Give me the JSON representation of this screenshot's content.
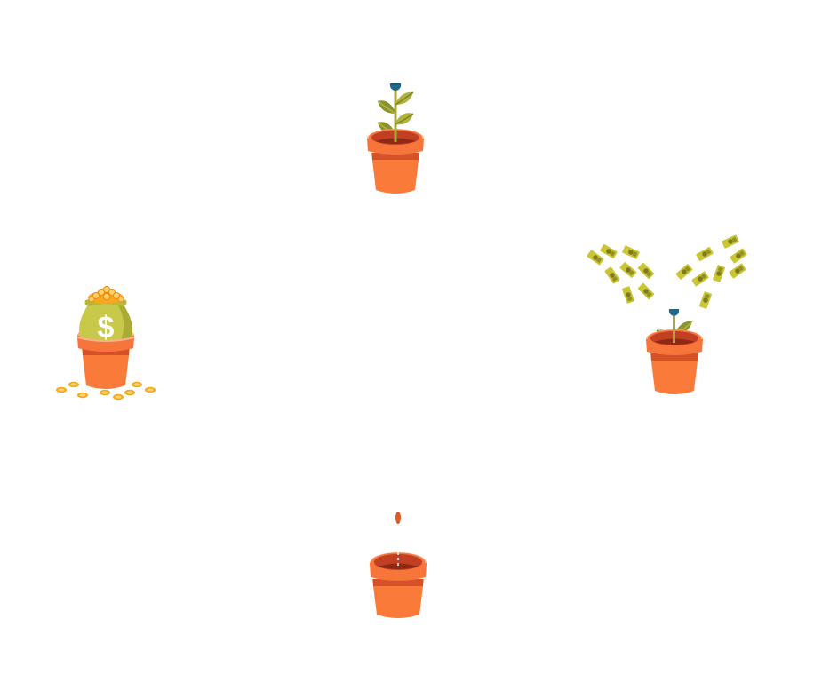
{
  "scene": {
    "title": "",
    "background": "#ffffff",
    "layout": "circular cycle of four growth stages"
  },
  "stages": [
    {
      "id": "sprout",
      "label": "Sprouting plant in pot",
      "position": "top"
    },
    {
      "id": "money-tree",
      "label": "Plant with flying banknotes",
      "position": "right"
    },
    {
      "id": "seed",
      "label": "Seed dropping into pot",
      "position": "bottom"
    },
    {
      "id": "money-bag",
      "label": "Money bag in pot with coins",
      "position": "left"
    }
  ],
  "icons": {
    "bag_symbol": "$"
  },
  "colors": {
    "pot_body": "#fa7a3a",
    "pot_rim": "#f7743a",
    "pot_rim_highlight": "#fbb08c",
    "pot_band": "#d4512a",
    "pot_inner": "#c13f22",
    "pot_soil": "#8e2a14",
    "stem": "#a8a83a",
    "leaf_light": "#b1b43c",
    "leaf_dark": "#7f8428",
    "bud": "#1f6a8a",
    "bill": "#c9c533",
    "bill_mark": "#7d7a22",
    "bag": "#c8c94a",
    "bag_shade": "#a9ab32",
    "coin": "#f7a81f",
    "coin_inner": "#fcd36a",
    "seed": "#dd5a27"
  }
}
